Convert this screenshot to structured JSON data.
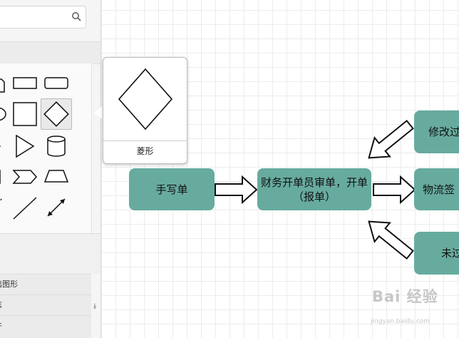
{
  "sidebar": {
    "search": {
      "placeholder": ""
    },
    "sections": [
      {
        "label": "出图形"
      },
      {
        "label": "志"
      },
      {
        "label": "件"
      }
    ],
    "resize_handle": "ⅱ"
  },
  "tooltip": {
    "label": "菱形"
  },
  "flow": {
    "nodes": [
      {
        "id": "handwritten",
        "label": "手写单"
      },
      {
        "id": "finance",
        "label": "财务开单员审单，开单（报单）"
      },
      {
        "id": "modify",
        "label": "修改过"
      },
      {
        "id": "logistics",
        "label": "物流签"
      },
      {
        "id": "unsent",
        "label": "未过"
      }
    ],
    "node_color": "#67ab9f"
  },
  "watermark": {
    "text": "Bai 经验",
    "url": "jingyan.baidu.com"
  }
}
